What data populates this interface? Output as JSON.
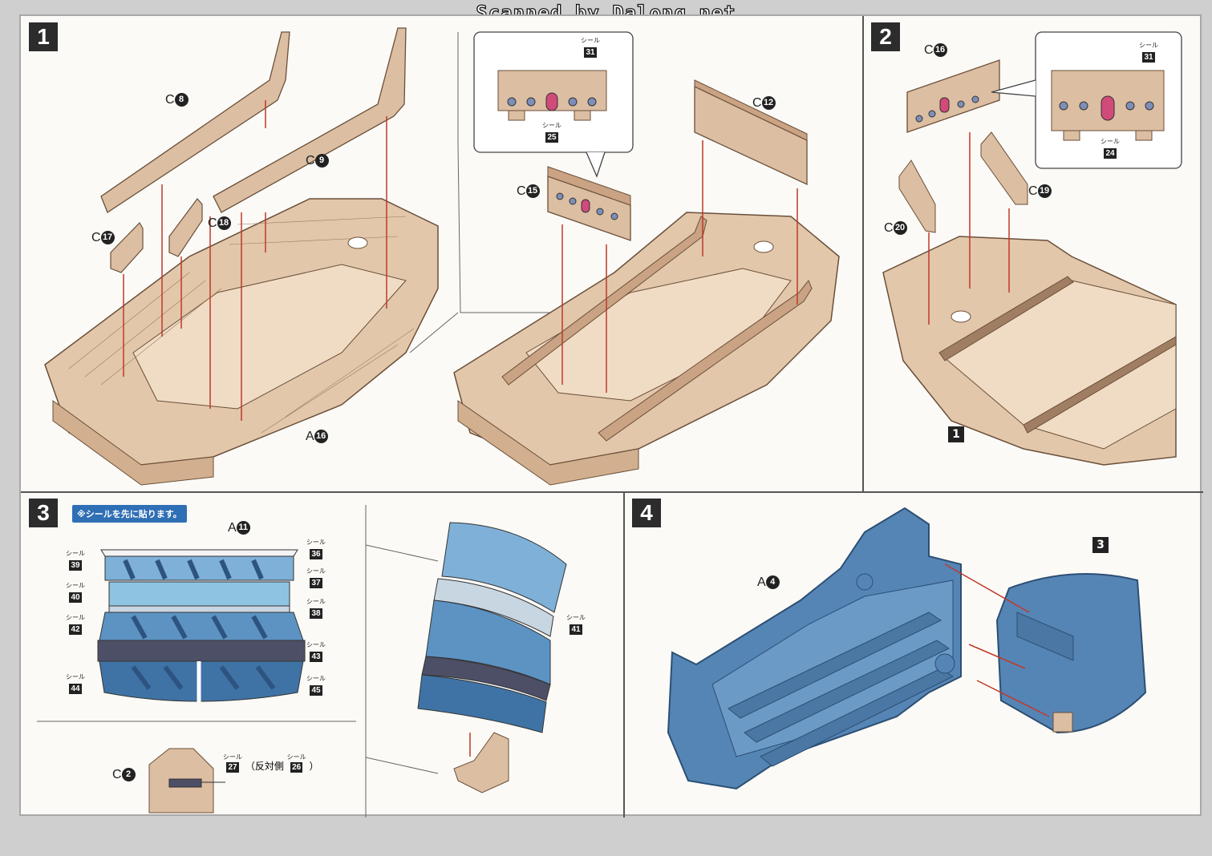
{
  "watermark": "Scanned by Dalong.net",
  "steps": {
    "s1": "1",
    "s2": "2",
    "s3": "3",
    "s4": "4"
  },
  "sticker_word": "シール",
  "panel1": {
    "labels": {
      "c8": {
        "prefix": "C",
        "num": "8"
      },
      "c9": {
        "prefix": "C",
        "num": "9"
      },
      "c17": {
        "prefix": "C",
        "num": "17"
      },
      "c18": {
        "prefix": "C",
        "num": "18"
      },
      "a16": {
        "prefix": "A",
        "num": "16"
      },
      "c12": {
        "prefix": "C",
        "num": "12"
      },
      "c15": {
        "prefix": "C",
        "num": "15"
      }
    },
    "callout_stickers": {
      "top": "31",
      "bottom": "25"
    }
  },
  "panel2": {
    "labels": {
      "c16": {
        "prefix": "C",
        "num": "16"
      },
      "c19": {
        "prefix": "C",
        "num": "19"
      },
      "c20": {
        "prefix": "C",
        "num": "20"
      }
    },
    "callout_stickers": {
      "top": "31",
      "bottom": "24"
    },
    "ref_badge": "1"
  },
  "panel3": {
    "note": "※シールを先に貼ります。",
    "a11": {
      "prefix": "A",
      "num": "11"
    },
    "left_stickers": [
      "39",
      "40",
      "42",
      "44"
    ],
    "right_stickers": [
      "36",
      "37",
      "38",
      "43",
      "45"
    ],
    "side_sticker": "41",
    "c2": {
      "prefix": "C",
      "num": "2"
    },
    "c2_sticker_main": "27",
    "c2_opposite_text_open": "（反対側",
    "c2_sticker_opposite": "26",
    "c2_opposite_text_close": "）"
  },
  "panel4": {
    "a4": {
      "prefix": "A",
      "num": "4"
    },
    "ref_badge": "3"
  },
  "colors": {
    "wood": "#d9b79a",
    "wood_dark": "#8a6a52",
    "hull_blue": "#5585b5",
    "hull_blue_dark": "#2c4f74",
    "arrow_red": "#c0392b",
    "sticker_pink": "#d04a7a"
  }
}
